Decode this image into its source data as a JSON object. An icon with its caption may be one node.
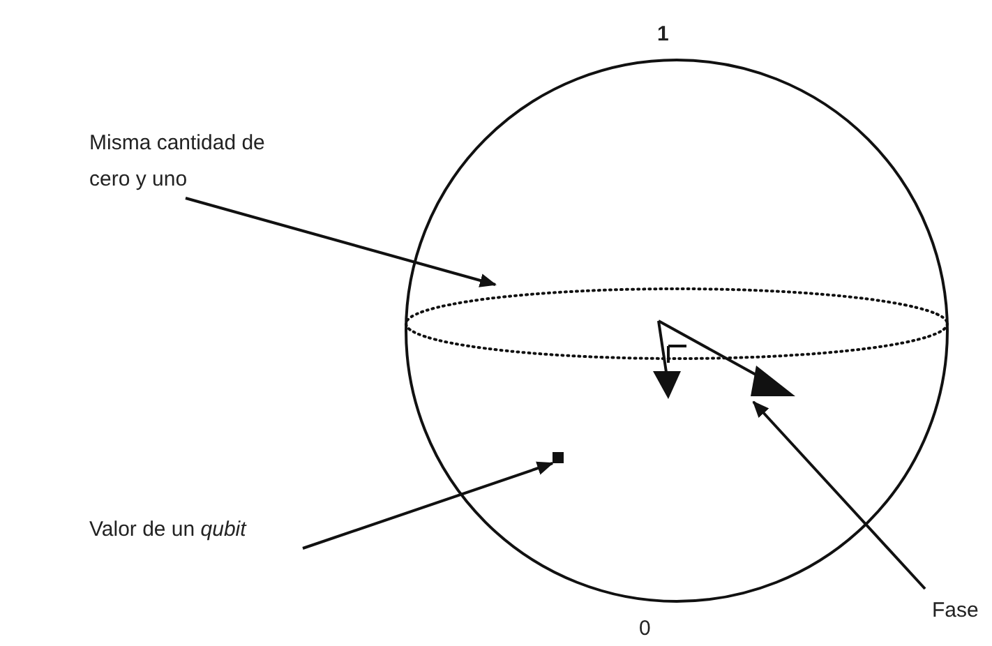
{
  "diagram": {
    "nodes": [
      {
        "text": [
          "Misma cantidad de cero y uno"
        ]
      },
      {
        "text": [],
        "shape": "ellipse"
      },
      {
        "text": [
          "Valor de un *qubit*"
        ]
      },
      {
        "text": [],
        "shape": "box"
      },
      {
        "text": [
          "Fase"
        ]
      },
      {
        "text": [],
        "shape": "picture"
      }
    ],
    "edges": [
      {
        "from": 0,
        "to": 1,
        "arrow": "to"
      },
      {
        "from": 2,
        "to": 3,
        "arrow": "to"
      },
      {
        "from": 4,
        "to": 5,
        "arrow": "to"
      }
    ],
    "labels": [
      "1",
      "0"
    ]
  }
}
